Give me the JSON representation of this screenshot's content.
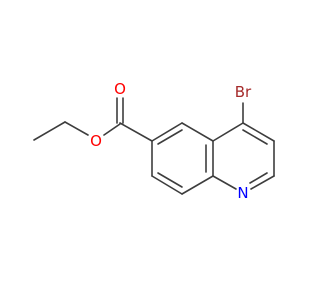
{
  "molecule": {
    "atoms": {
      "bromine": {
        "label": "Br",
        "color": "#a52a2a"
      },
      "ring_nitrogen": {
        "label": "N",
        "color": "#0000ff"
      },
      "carbonyl_oxygen": {
        "label": "O",
        "color": "#ff0000"
      },
      "ester_oxygen": {
        "label": "O",
        "color": "#ff0000"
      }
    },
    "bond_color": "#3d3d3d"
  }
}
